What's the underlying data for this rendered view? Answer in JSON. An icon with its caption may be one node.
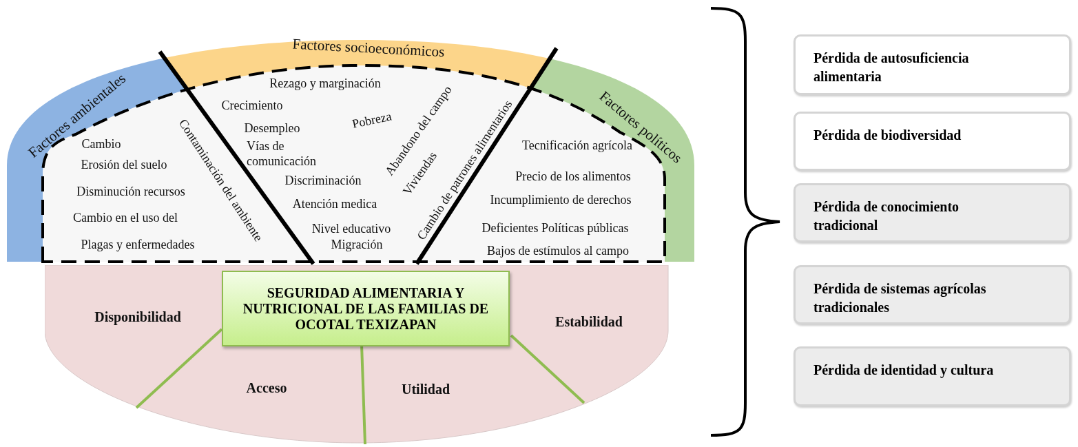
{
  "diagram": {
    "nodes": [
      {
        "text": [
          "Factores ambientales",
          "Cambio",
          "Erosión del suelo",
          "Disminución recursos",
          "Cambio en el uso del",
          "Plagas y enfermedades",
          "Contaminación del ambiente"
        ]
      },
      {
        "text": [
          "Factores socioeconómicos",
          "Rezago y marginación",
          "Crecimiento",
          "Desempleo",
          "Vías de comunicación",
          "Discriminación",
          "Pobreza",
          "Abandono del campo",
          "Viviendas",
          "Atención medica",
          "Nivel educativo",
          "Migración",
          "Cambio de patrones alimentarios"
        ]
      },
      {
        "text": [
          "Factores políticos",
          "Tecnificación agrícola",
          "Precio de los alimentos",
          "Incumplimiento de derechos",
          "Deficientes Políticas públicas",
          "Bajos de estímulos al campo"
        ]
      },
      {
        "text": [
          "Disponibilidad",
          "Acceso",
          "Utilidad",
          "Estabilidad"
        ]
      },
      {
        "text": [
          "SEGURIDAD ALIMENTARIA Y NUTRICIONAL DE LAS FAMILIAS DE OCOTAL TEXIZAPAN"
        ],
        "in": 3
      },
      {
        "text": [
          "Pérdida de autosuficiencia alimentaria"
        ]
      },
      {
        "text": [
          "Pérdida de biodiversidad"
        ]
      },
      {
        "text": [
          "Pérdida de conocimiento tradicional"
        ]
      },
      {
        "text": [
          "Pérdida de sistemas agrícolas tradicionales"
        ]
      },
      {
        "text": [
          "Pérdida de identidad y cultura"
        ]
      }
    ],
    "edges": []
  }
}
